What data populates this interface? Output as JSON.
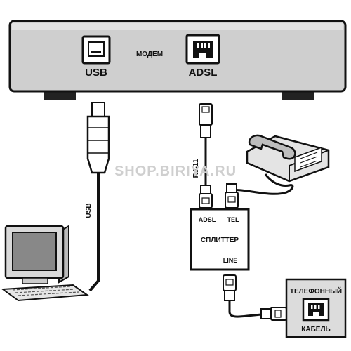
{
  "modem": {
    "usb_label": "USB",
    "center_label": "МОДЕМ",
    "adsl_label": "ADSL"
  },
  "cables": {
    "usb_label": "USB",
    "rj11_label": "RJ-11"
  },
  "splitter": {
    "adsl_port": "ADSL",
    "tel_port": "TEL",
    "title": "СПЛИТТЕР",
    "line_port": "LINE"
  },
  "wall_socket": {
    "line1": "ТЕЛЕФОННЫЙ",
    "line2": "КАБЕЛЬ"
  },
  "watermark": "SHOP.BIRIYA.RU"
}
